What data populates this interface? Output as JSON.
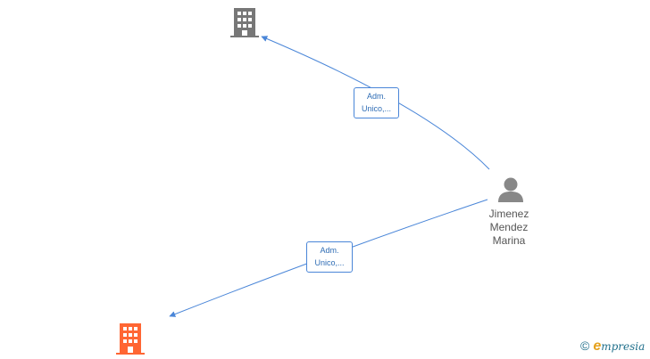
{
  "nodes": {
    "company_top": {
      "icon": "building-icon",
      "color": "#777777"
    },
    "company_bottom": {
      "icon": "building-icon",
      "color": "#ff6633"
    },
    "person": {
      "icon": "person-icon",
      "color": "#888888",
      "name_lines": [
        "Jimenez",
        "Mendez",
        "Marina"
      ]
    }
  },
  "edges": [
    {
      "from": "person",
      "to": "company_top",
      "label_lines": [
        "Adm.",
        "Unico,..."
      ]
    },
    {
      "from": "person",
      "to": "company_bottom",
      "label_lines": [
        "Adm.",
        "Unico,..."
      ]
    }
  ],
  "colors": {
    "edge": "#4a86d8",
    "label_border": "#4a86d8",
    "label_text": "#2f6db5"
  },
  "watermark": {
    "copyright_symbol": "©",
    "brand_initial": "e",
    "brand_rest": "mpresia"
  }
}
